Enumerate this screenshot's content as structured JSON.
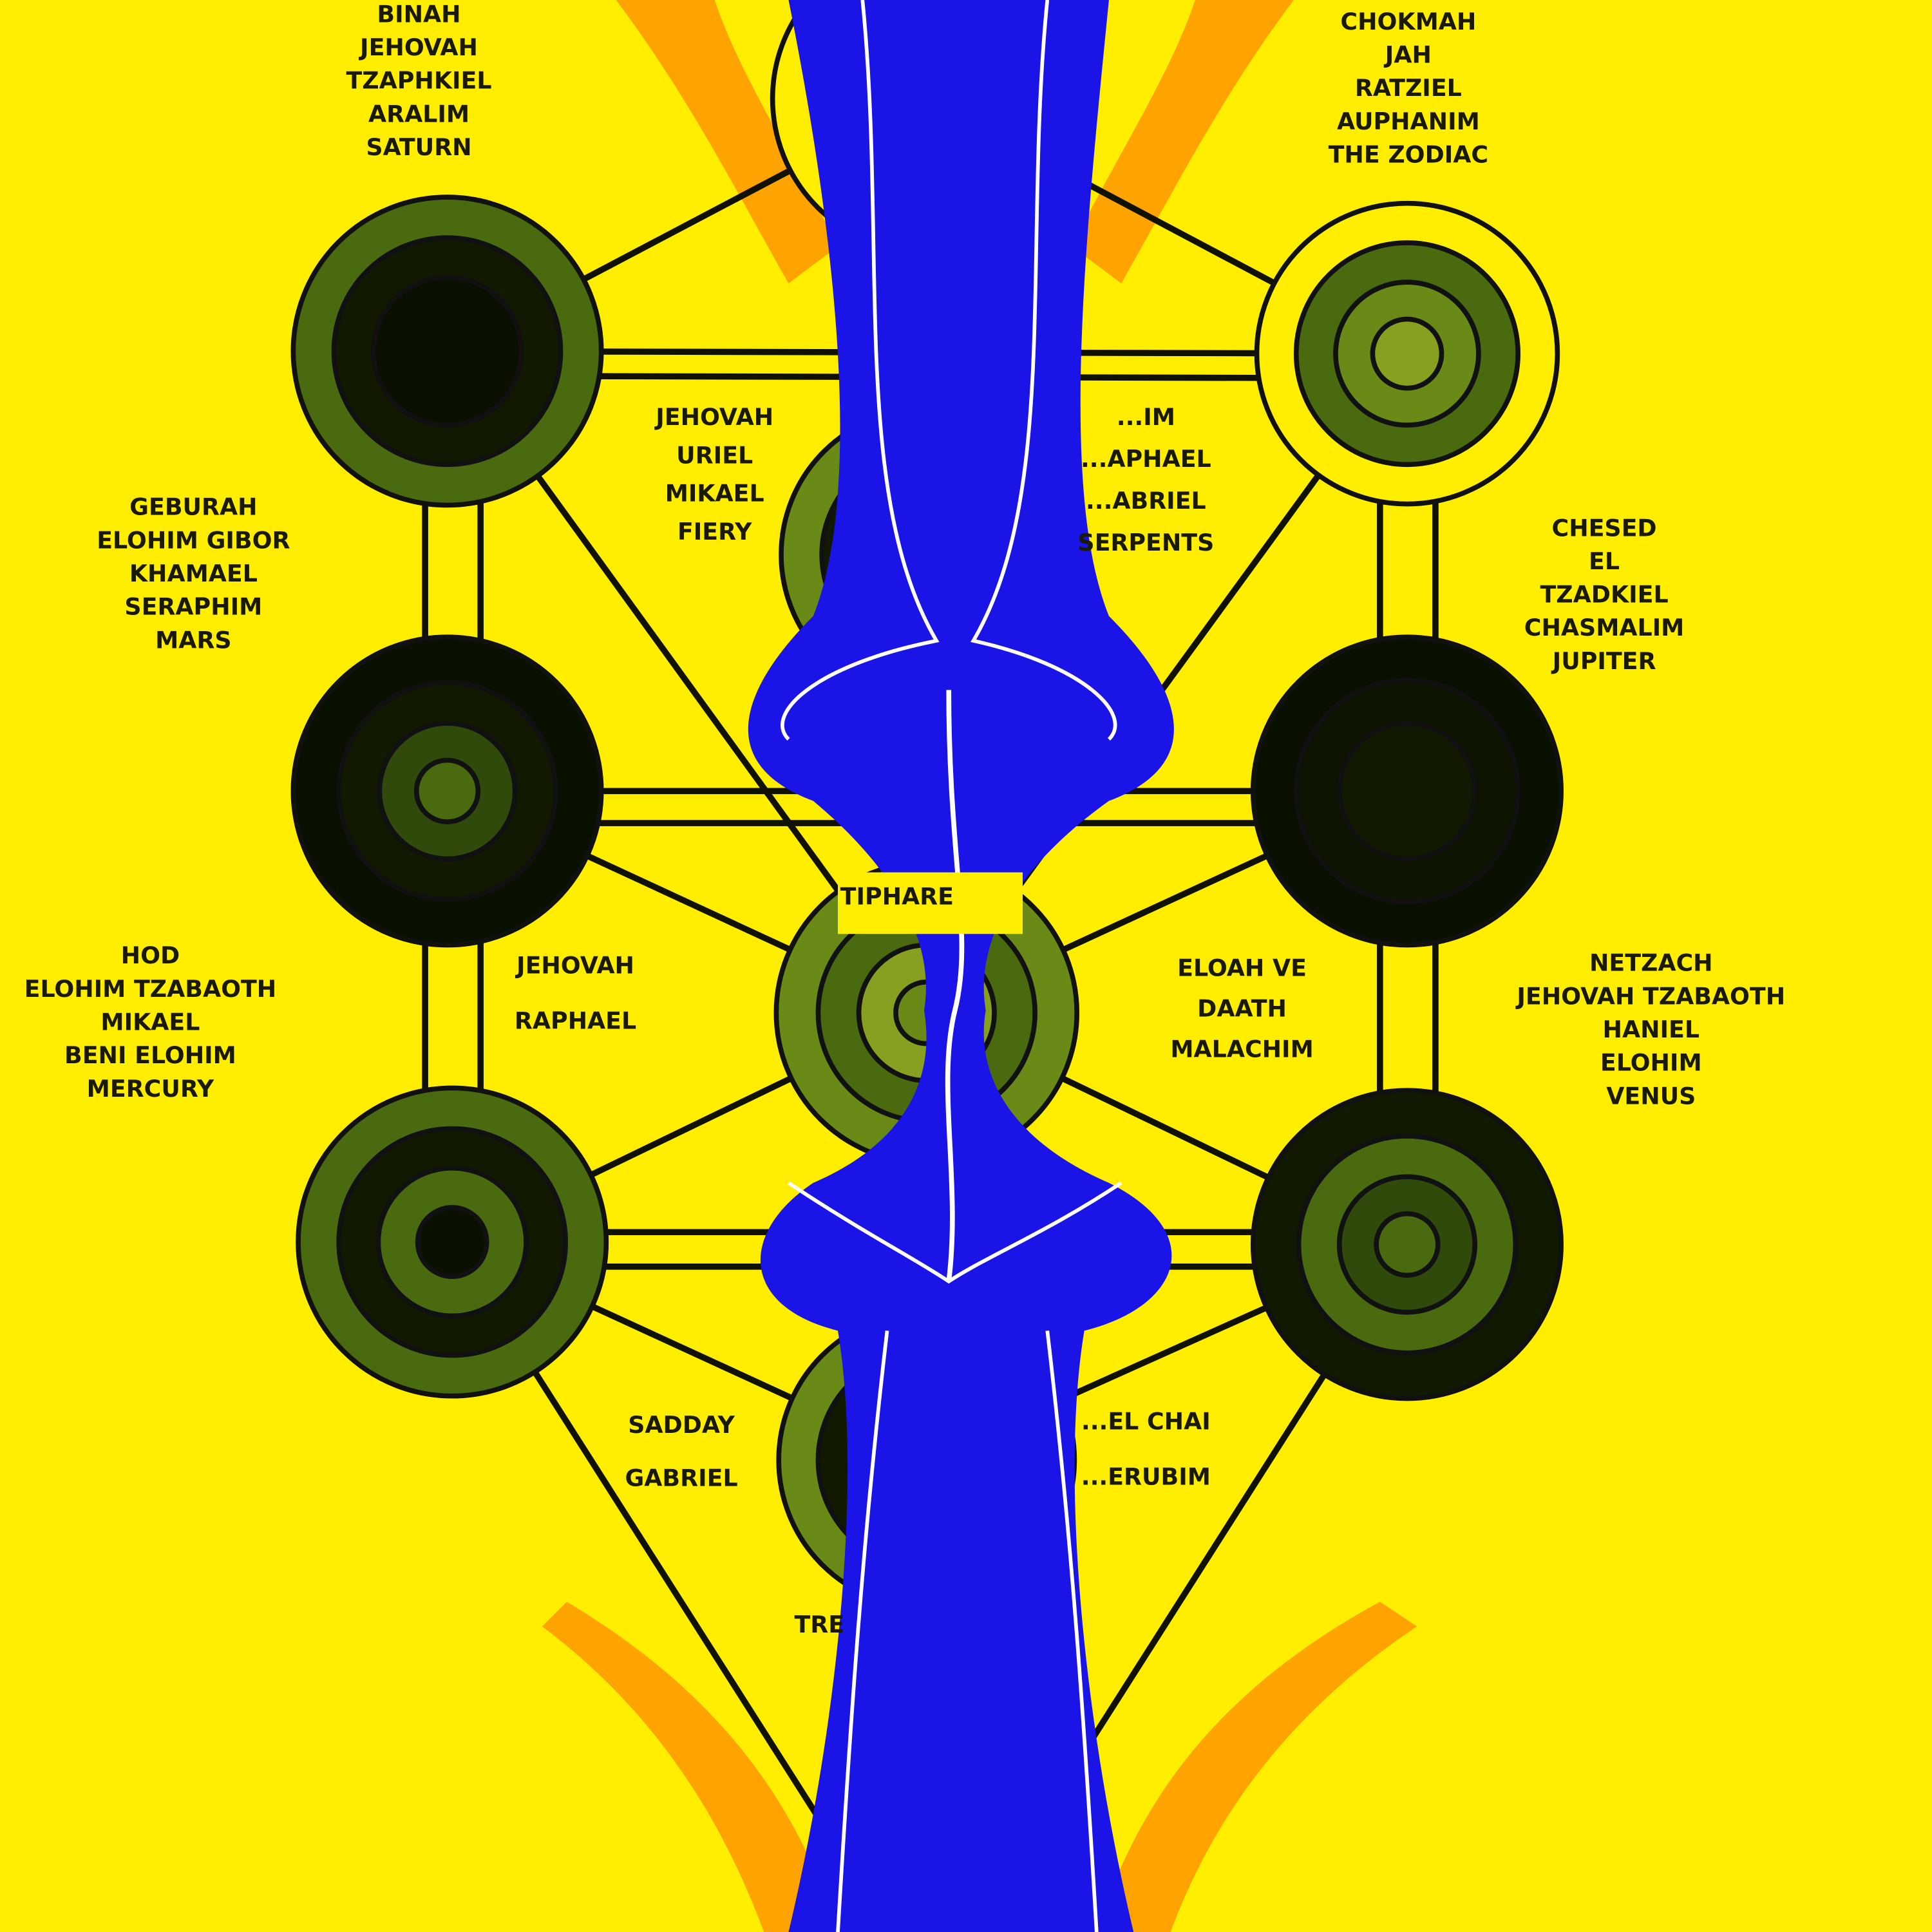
{
  "title": "Tree of Life",
  "colors": {
    "background": "#ffee00",
    "sephira_dark": "#111a00",
    "sephira_mid": "#4a6a10",
    "sephira_light": "#88a020",
    "flame_blue": "#1a14e6",
    "flame_orange": "#ff8a00"
  },
  "labels": {
    "binah": [
      "BINAH",
      "JEHOVAH",
      "TZAPHKIEL",
      "ARALIM",
      "SATURN"
    ],
    "chokmah": [
      "CHOKMAH",
      "JAH",
      "RATZIEL",
      "AUPHANIM",
      "THE  ZODIAC"
    ],
    "geburah": [
      "GEBURAH",
      "ELOHIM GIBOR",
      "KHAMAEL",
      "SERAPHIM",
      "MARS"
    ],
    "chesed": [
      "CHESED",
      "EL",
      "TZADKIEL",
      "CHASMALIM",
      "JUPITER"
    ],
    "hod": [
      "HOD",
      "ELOHIM TZABAOTH",
      "MIKAEL",
      "BENI ELOHIM",
      "MERCURY"
    ],
    "netzach": [
      "NETZACH",
      "JEHOVAH TZABAOTH",
      "HANIEL",
      "ELOHIM",
      "VENUS"
    ],
    "path_left_upper": [
      "JEHOVAH",
      "URIEL",
      "MIKAEL",
      "FIERY"
    ],
    "path_right_upper": [
      "...IM",
      "...APHAEL",
      "...ABRIEL",
      "SERPENTS"
    ],
    "path_left_middle": [
      "JEHOVAH",
      "RAPHAEL"
    ],
    "path_right_middle": [
      "ELOAH VE",
      "DAATH",
      "MALACHIM"
    ],
    "path_left_lower": [
      "SADDAY",
      "GABRIEL"
    ],
    "path_right_lower": [
      "...EL CHAI",
      "...ERUBIM"
    ],
    "tiphareth": "TIPHARE",
    "bottom_partial": "TRE"
  }
}
